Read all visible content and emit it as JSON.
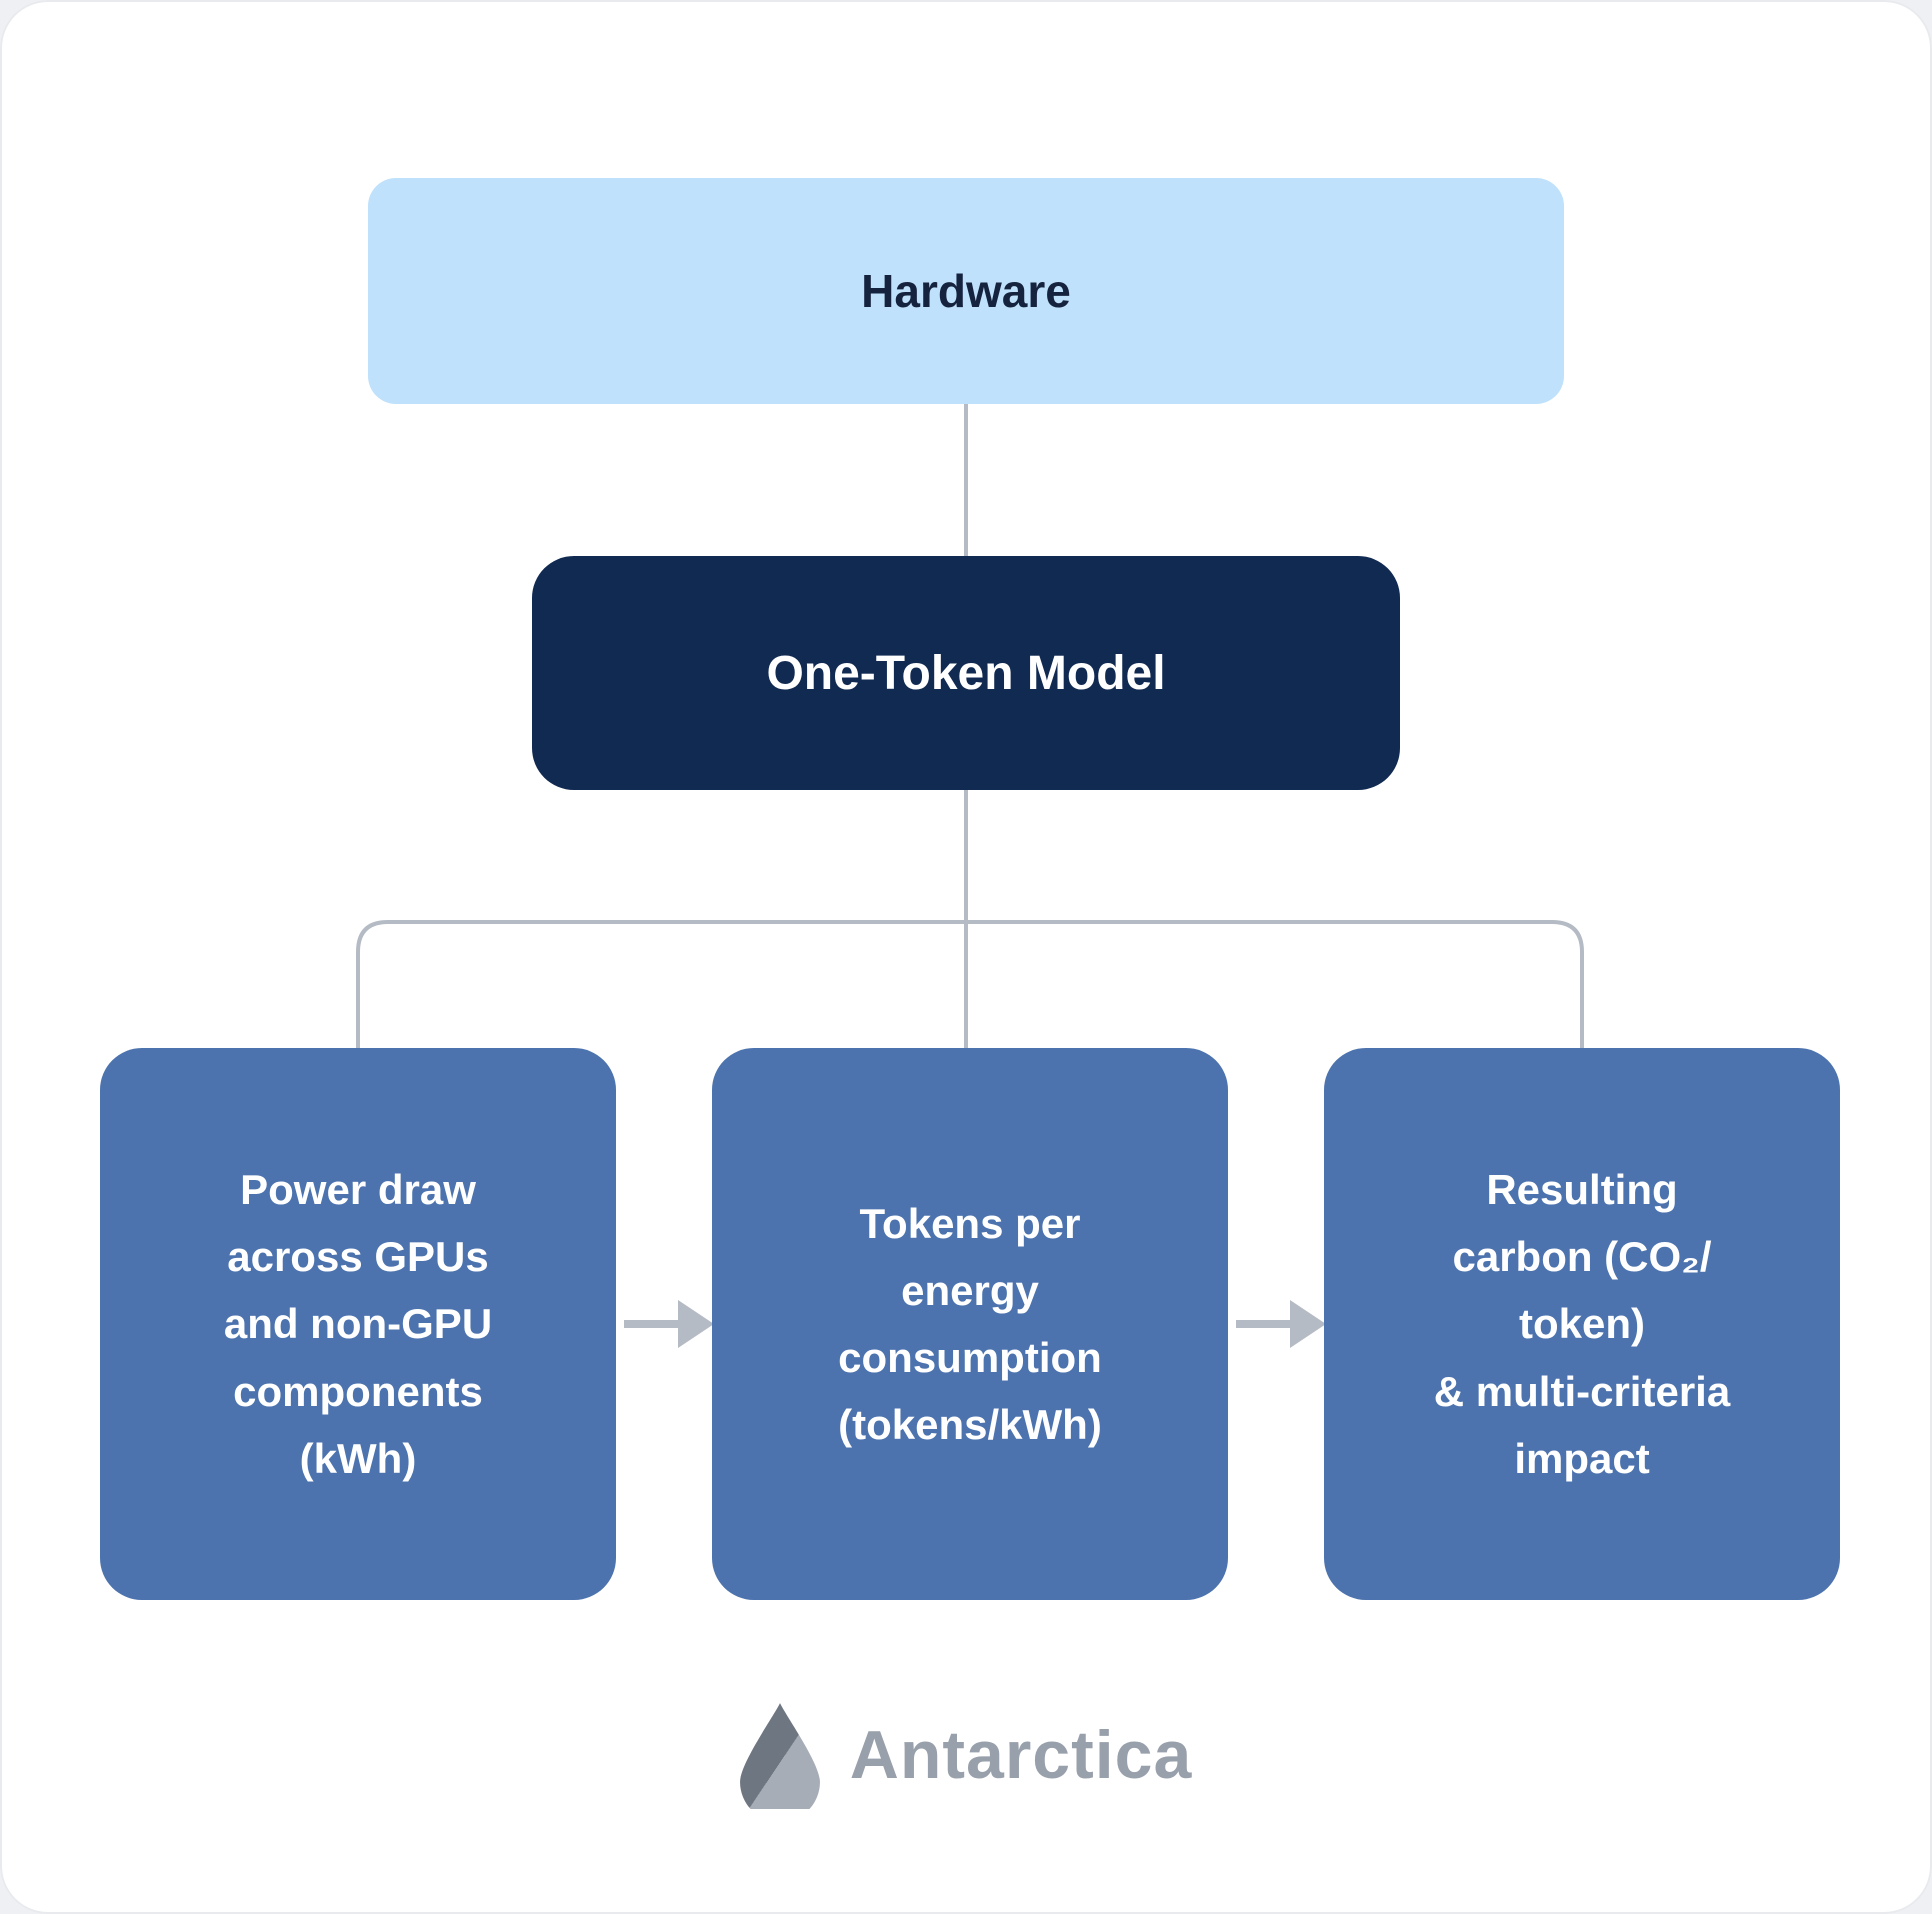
{
  "diagram": {
    "hardware_node": {
      "label": "Hardware"
    },
    "model_node": {
      "label": "One-Token Model"
    },
    "leaves": [
      {
        "label": "Power draw\nacross GPUs\nand non-GPU\ncomponents\n(kWh)"
      },
      {
        "label": "Tokens per\nenergy\nconsumption\n(tokens/kWh)"
      },
      {
        "label": "Resulting\ncarbon (CO₂/\ntoken)\n& multi-criteria\nimpact"
      }
    ],
    "flow": [
      "Hardware -> One-Token Model",
      "One-Token Model -> Power draw across GPUs and non-GPU components (kWh)",
      "One-Token Model -> Tokens per energy consumption (tokens/kWh)",
      "One-Token Model -> Resulting carbon (CO₂/token) & multi-criteria impact",
      "Power draw -> Tokens per energy consumption",
      "Tokens per energy consumption -> Resulting carbon"
    ]
  },
  "logo": {
    "text": "Antarctica",
    "icon": "droplet-icon"
  },
  "colors": {
    "hardware_fill": "#bfe1fb",
    "model_fill": "#112a52",
    "leaf_fill": "#4c73ae",
    "hardware_text": "#16233e",
    "node_text": "#ffffff",
    "connector_gray": "#b5bbc4",
    "logo_gray": "#98a0ab",
    "card_background": "#ffffff"
  }
}
